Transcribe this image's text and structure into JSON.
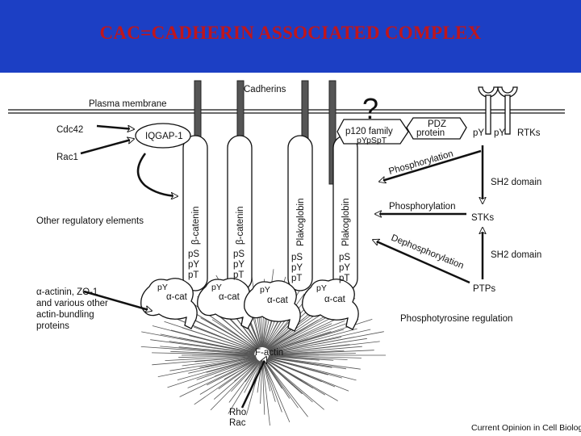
{
  "title": "CAC=CADHERIN ASSOCIATED COMPLEX",
  "diagram": {
    "cadherins": "Cadherins",
    "plasma_membrane": "Plasma membrane",
    "question_mark": "?",
    "cdc42": "Cdc42",
    "rac1": "Rac1",
    "iqgap": "IQGAP-1",
    "p120_family": "p120 family",
    "p120_mod": "pYpSpT",
    "pdz_line1": "PDZ",
    "pdz_line2": "protein",
    "rtk_py1": "pY",
    "rtk_py2": "pY",
    "rtks": "RTKs",
    "sh2_domain_top": "SH2 domain",
    "stks": "STKs",
    "sh2_domain_bottom": "SH2 domain",
    "ptps": "PTPs",
    "phosphorylation_top": "Phosphorylation",
    "phosphorylation_mid": "Phosphorylation",
    "dephosphorylation": "Dephosphorylation",
    "phosphotyrosine_regulation": "Phosphotyrosine regulation",
    "other_regulatory": "Other regulatory elements",
    "beta_catenin_1": "β-catenin",
    "beta_catenin_2": "β-catenin",
    "plakoglobin_1": "Plakoglobin",
    "plakoglobin_2": "Plakoglobin",
    "ps": "pS",
    "py": "pY",
    "pt": "pT",
    "alpha_cat": "α-cat",
    "actinin_line1": "α-actinin, ZO-1",
    "actinin_line2": "and various other",
    "actinin_line3": "actin-bundling",
    "actinin_line4": "proteins",
    "f_actin": "F-actin",
    "rho": "Rho",
    "rac": "Rac",
    "credit": "Current Opinion in Cell Biology"
  }
}
